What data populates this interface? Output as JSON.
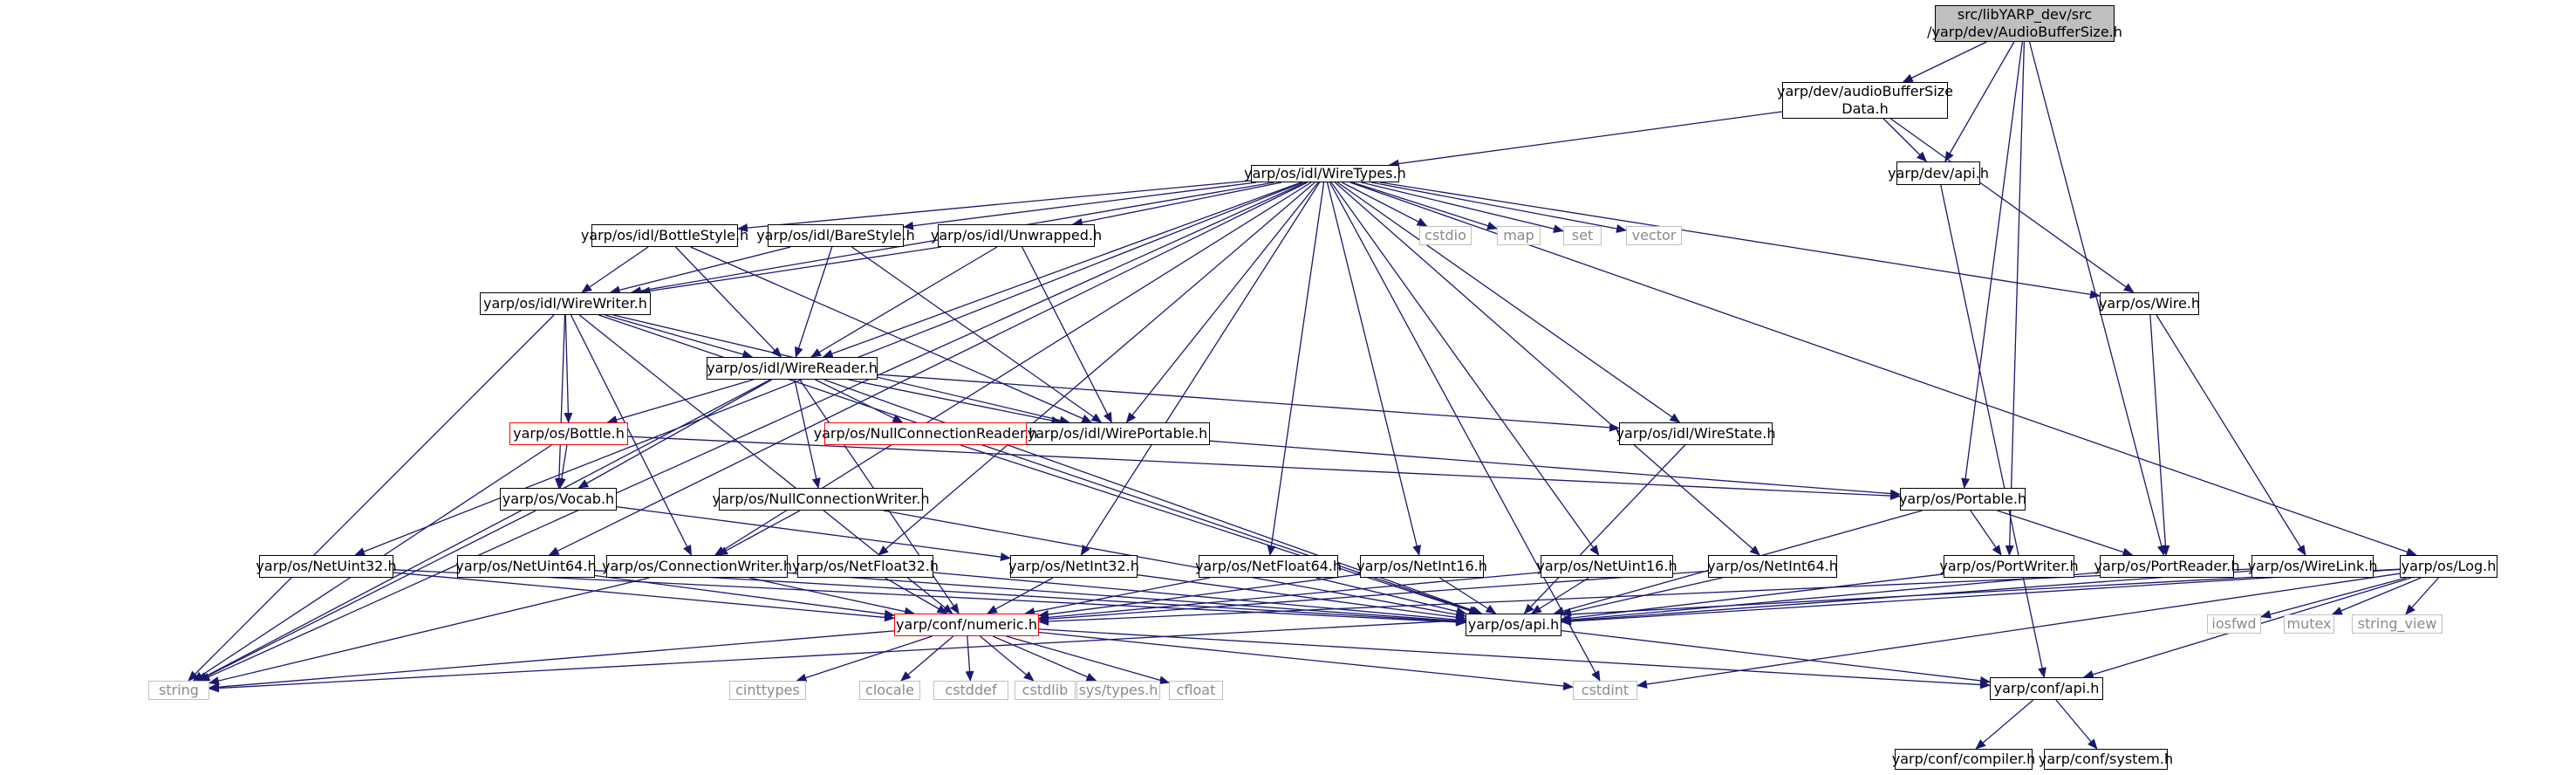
{
  "nodes": [
    {
      "id": "root",
      "lines": [
        "src/libYARP_dev/src",
        "/yarp/dev/AudioBufferSize.h"
      ],
      "kind": "root"
    },
    {
      "id": "absd",
      "lines": [
        "yarp/dev/audioBufferSize",
        "Data.h"
      ],
      "kind": "link"
    },
    {
      "id": "wiretypes",
      "lines": [
        "yarp/os/idl/WireTypes.h"
      ],
      "kind": "link"
    },
    {
      "id": "devapi",
      "lines": [
        "yarp/dev/api.h"
      ],
      "kind": "link"
    },
    {
      "id": "bottlestyle",
      "lines": [
        "yarp/os/idl/BottleStyle.h"
      ],
      "kind": "link"
    },
    {
      "id": "barestyle",
      "lines": [
        "yarp/os/idl/BareStyle.h"
      ],
      "kind": "link"
    },
    {
      "id": "unwrapped",
      "lines": [
        "yarp/os/idl/Unwrapped.h"
      ],
      "kind": "link"
    },
    {
      "id": "cstdio",
      "lines": [
        "cstdio"
      ],
      "kind": "ext"
    },
    {
      "id": "map",
      "lines": [
        "map"
      ],
      "kind": "ext"
    },
    {
      "id": "set",
      "lines": [
        "set"
      ],
      "kind": "ext"
    },
    {
      "id": "vector",
      "lines": [
        "vector"
      ],
      "kind": "ext"
    },
    {
      "id": "wire",
      "lines": [
        "yarp/os/Wire.h"
      ],
      "kind": "link"
    },
    {
      "id": "wirewriter",
      "lines": [
        "yarp/os/idl/WireWriter.h"
      ],
      "kind": "link"
    },
    {
      "id": "wirereader",
      "lines": [
        "yarp/os/idl/WireReader.h"
      ],
      "kind": "link"
    },
    {
      "id": "wireportable",
      "lines": [
        "yarp/os/idl/WirePortable.h"
      ],
      "kind": "link"
    },
    {
      "id": "wirestate",
      "lines": [
        "yarp/os/idl/WireState.h"
      ],
      "kind": "link"
    },
    {
      "id": "bottle",
      "lines": [
        "yarp/os/Bottle.h"
      ],
      "kind": "red"
    },
    {
      "id": "nullreader",
      "lines": [
        "yarp/os/NullConnectionReader.h"
      ],
      "kind": "red"
    },
    {
      "id": "nullwriter",
      "lines": [
        "yarp/os/NullConnectionWriter.h"
      ],
      "kind": "link"
    },
    {
      "id": "vocab",
      "lines": [
        "yarp/os/Vocab.h"
      ],
      "kind": "link"
    },
    {
      "id": "portable",
      "lines": [
        "yarp/os/Portable.h"
      ],
      "kind": "link"
    },
    {
      "id": "netuint32",
      "lines": [
        "yarp/os/NetUint32.h"
      ],
      "kind": "link"
    },
    {
      "id": "netuint64",
      "lines": [
        "yarp/os/NetUint64.h"
      ],
      "kind": "link"
    },
    {
      "id": "connwriter",
      "lines": [
        "yarp/os/ConnectionWriter.h"
      ],
      "kind": "link"
    },
    {
      "id": "netfloat32",
      "lines": [
        "yarp/os/NetFloat32.h"
      ],
      "kind": "link"
    },
    {
      "id": "netint32",
      "lines": [
        "yarp/os/NetInt32.h"
      ],
      "kind": "link"
    },
    {
      "id": "netfloat64",
      "lines": [
        "yarp/os/NetFloat64.h"
      ],
      "kind": "link"
    },
    {
      "id": "netint16",
      "lines": [
        "yarp/os/NetInt16.h"
      ],
      "kind": "link"
    },
    {
      "id": "netuint16",
      "lines": [
        "yarp/os/NetUint16.h"
      ],
      "kind": "link"
    },
    {
      "id": "netint64",
      "lines": [
        "yarp/os/NetInt64.h"
      ],
      "kind": "link"
    },
    {
      "id": "portwriter",
      "lines": [
        "yarp/os/PortWriter.h"
      ],
      "kind": "link"
    },
    {
      "id": "portreader",
      "lines": [
        "yarp/os/PortReader.h"
      ],
      "kind": "link"
    },
    {
      "id": "wirelink",
      "lines": [
        "yarp/os/WireLink.h"
      ],
      "kind": "link"
    },
    {
      "id": "log",
      "lines": [
        "yarp/os/Log.h"
      ],
      "kind": "link"
    },
    {
      "id": "numeric",
      "lines": [
        "yarp/conf/numeric.h"
      ],
      "kind": "red"
    },
    {
      "id": "osapi",
      "lines": [
        "yarp/os/api.h"
      ],
      "kind": "link"
    },
    {
      "id": "iosfwd",
      "lines": [
        "iosfwd"
      ],
      "kind": "ext"
    },
    {
      "id": "mutex",
      "lines": [
        "mutex"
      ],
      "kind": "ext"
    },
    {
      "id": "string_view",
      "lines": [
        "string_view"
      ],
      "kind": "ext"
    },
    {
      "id": "string",
      "lines": [
        "string"
      ],
      "kind": "ext"
    },
    {
      "id": "cinttypes",
      "lines": [
        "cinttypes"
      ],
      "kind": "ext"
    },
    {
      "id": "clocale",
      "lines": [
        "clocale"
      ],
      "kind": "ext"
    },
    {
      "id": "cstddef",
      "lines": [
        "cstddef"
      ],
      "kind": "ext"
    },
    {
      "id": "cstdlib",
      "lines": [
        "cstdlib"
      ],
      "kind": "ext"
    },
    {
      "id": "systypes",
      "lines": [
        "sys/types.h"
      ],
      "kind": "ext"
    },
    {
      "id": "cfloat",
      "lines": [
        "cfloat"
      ],
      "kind": "ext"
    },
    {
      "id": "cstdint",
      "lines": [
        "cstdint"
      ],
      "kind": "ext"
    },
    {
      "id": "confapi",
      "lines": [
        "yarp/conf/api.h"
      ],
      "kind": "link"
    },
    {
      "id": "compiler",
      "lines": [
        "yarp/conf/compiler.h"
      ],
      "kind": "link"
    },
    {
      "id": "system",
      "lines": [
        "yarp/conf/system.h"
      ],
      "kind": "link"
    }
  ],
  "edges": [
    [
      "root",
      "absd"
    ],
    [
      "root",
      "devapi"
    ],
    [
      "root",
      "portable"
    ],
    [
      "root",
      "portwriter"
    ],
    [
      "root",
      "portreader"
    ],
    [
      "absd",
      "wiretypes"
    ],
    [
      "absd",
      "devapi"
    ],
    [
      "absd",
      "wire"
    ],
    [
      "devapi",
      "confapi"
    ],
    [
      "wiretypes",
      "string"
    ],
    [
      "wiretypes",
      "netuint32"
    ],
    [
      "wiretypes",
      "netuint64"
    ],
    [
      "wiretypes",
      "connwriter"
    ],
    [
      "wiretypes",
      "netfloat32"
    ],
    [
      "wiretypes",
      "wirewriter"
    ],
    [
      "wiretypes",
      "bottlestyle"
    ],
    [
      "wiretypes",
      "barestyle"
    ],
    [
      "wiretypes",
      "unwrapped"
    ],
    [
      "wiretypes",
      "wirereader"
    ],
    [
      "wiretypes",
      "netint32"
    ],
    [
      "wiretypes",
      "netfloat64"
    ],
    [
      "wiretypes",
      "netint16"
    ],
    [
      "wiretypes",
      "netuint16"
    ],
    [
      "wiretypes",
      "netint64"
    ],
    [
      "wiretypes",
      "cstdio"
    ],
    [
      "wiretypes",
      "map"
    ],
    [
      "wiretypes",
      "set"
    ],
    [
      "wiretypes",
      "vector"
    ],
    [
      "wiretypes",
      "wire"
    ],
    [
      "wiretypes",
      "wireportable"
    ],
    [
      "wiretypes",
      "wirestate"
    ],
    [
      "wiretypes",
      "log"
    ],
    [
      "wiretypes",
      "cstdint"
    ],
    [
      "bottlestyle",
      "wirewriter"
    ],
    [
      "bottlestyle",
      "wirereader"
    ],
    [
      "bottlestyle",
      "wireportable"
    ],
    [
      "barestyle",
      "wirewriter"
    ],
    [
      "barestyle",
      "wirereader"
    ],
    [
      "barestyle",
      "wireportable"
    ],
    [
      "unwrapped",
      "wirewriter"
    ],
    [
      "unwrapped",
      "wirereader"
    ],
    [
      "unwrapped",
      "wireportable"
    ],
    [
      "wirewriter",
      "string"
    ],
    [
      "wirewriter",
      "wirereader"
    ],
    [
      "wirewriter",
      "wireportable"
    ],
    [
      "wirewriter",
      "bottle"
    ],
    [
      "wirewriter",
      "vocab"
    ],
    [
      "wirewriter",
      "numeric"
    ],
    [
      "wirewriter",
      "connwriter"
    ],
    [
      "wirewriter",
      "osapi"
    ],
    [
      "wirereader",
      "bottle"
    ],
    [
      "wirereader",
      "nullreader"
    ],
    [
      "wirereader",
      "nullwriter"
    ],
    [
      "wirereader",
      "vocab"
    ],
    [
      "wirereader",
      "wireportable"
    ],
    [
      "wirereader",
      "wirestate"
    ],
    [
      "wirereader",
      "string"
    ],
    [
      "wirereader",
      "numeric"
    ],
    [
      "wirereader",
      "osapi"
    ],
    [
      "wireportable",
      "portable"
    ],
    [
      "wirestate",
      "osapi"
    ],
    [
      "wire",
      "portreader"
    ],
    [
      "wire",
      "wirelink"
    ],
    [
      "bottle",
      "vocab"
    ],
    [
      "bottle",
      "portable"
    ],
    [
      "bottle",
      "string"
    ],
    [
      "nullreader",
      "osapi"
    ],
    [
      "nullwriter",
      "connwriter"
    ],
    [
      "nullwriter",
      "osapi"
    ],
    [
      "vocab",
      "string"
    ],
    [
      "vocab",
      "netint32"
    ],
    [
      "portable",
      "portwriter"
    ],
    [
      "portable",
      "portreader"
    ],
    [
      "portable",
      "osapi"
    ],
    [
      "netuint32",
      "numeric"
    ],
    [
      "netuint32",
      "osapi"
    ],
    [
      "netuint64",
      "numeric"
    ],
    [
      "netuint64",
      "osapi"
    ],
    [
      "connwriter",
      "string"
    ],
    [
      "connwriter",
      "numeric"
    ],
    [
      "connwriter",
      "osapi"
    ],
    [
      "netfloat32",
      "numeric"
    ],
    [
      "netfloat32",
      "osapi"
    ],
    [
      "netint32",
      "numeric"
    ],
    [
      "netint32",
      "osapi"
    ],
    [
      "netfloat64",
      "numeric"
    ],
    [
      "netfloat64",
      "osapi"
    ],
    [
      "netint16",
      "numeric"
    ],
    [
      "netint16",
      "osapi"
    ],
    [
      "netuint16",
      "numeric"
    ],
    [
      "netuint16",
      "osapi"
    ],
    [
      "netint64",
      "numeric"
    ],
    [
      "netint64",
      "osapi"
    ],
    [
      "portwriter",
      "osapi"
    ],
    [
      "portreader",
      "osapi"
    ],
    [
      "wirelink",
      "osapi"
    ],
    [
      "wirelink",
      "numeric"
    ],
    [
      "log",
      "osapi"
    ],
    [
      "log",
      "iosfwd"
    ],
    [
      "log",
      "mutex"
    ],
    [
      "log",
      "string_view"
    ],
    [
      "log",
      "cstdint"
    ],
    [
      "log",
      "confapi"
    ],
    [
      "log",
      "string"
    ],
    [
      "numeric",
      "string"
    ],
    [
      "numeric",
      "cinttypes"
    ],
    [
      "numeric",
      "clocale"
    ],
    [
      "numeric",
      "cstddef"
    ],
    [
      "numeric",
      "cstdlib"
    ],
    [
      "numeric",
      "systypes"
    ],
    [
      "numeric",
      "cfloat"
    ],
    [
      "numeric",
      "cstdint"
    ],
    [
      "numeric",
      "confapi"
    ],
    [
      "osapi",
      "confapi"
    ],
    [
      "confapi",
      "compiler"
    ],
    [
      "confapi",
      "system"
    ]
  ]
}
